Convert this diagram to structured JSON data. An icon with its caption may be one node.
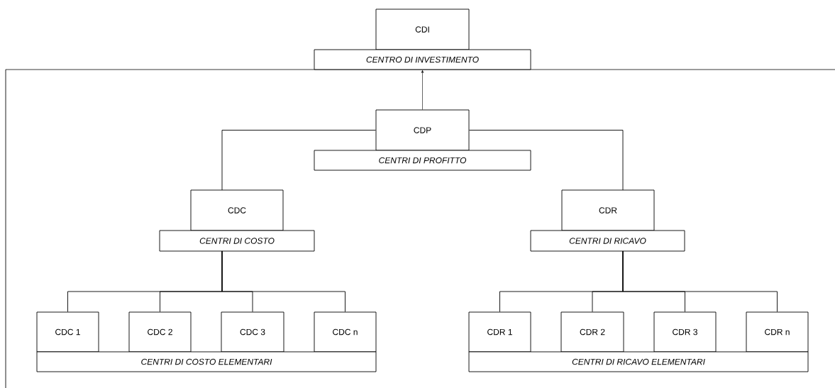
{
  "diagram": {
    "nodes": [
      {
        "text": [
          "CDI"
        ]
      },
      {
        "text": [
          "CENTRO DI INVESTIMENTO"
        ]
      },
      {
        "text": [
          "CDP"
        ]
      },
      {
        "text": [
          "CENTRI DI PROFITTO"
        ]
      },
      {
        "text": [
          "CDC"
        ]
      },
      {
        "text": [
          "CENTRI DI COSTO"
        ]
      },
      {
        "text": [
          "CDR"
        ]
      },
      {
        "text": [
          "CENTRI DI RICAVO"
        ]
      },
      {
        "text": [
          "CDC 1"
        ]
      },
      {
        "text": [
          "CDC 2"
        ]
      },
      {
        "text": [
          "CDC 3"
        ]
      },
      {
        "text": [
          "CDC n"
        ]
      },
      {
        "text": [
          "CENTRI DI COSTO ELEMENTARI"
        ]
      },
      {
        "text": [
          "CDR 1"
        ]
      },
      {
        "text": [
          "CDR 2"
        ]
      },
      {
        "text": [
          "CDR 3"
        ]
      },
      {
        "text": [
          "CDR n"
        ]
      },
      {
        "text": [
          "CENTRI DI RICAVO ELEMENTARI"
        ]
      }
    ],
    "edges": [
      {
        "from": 2,
        "to": 1,
        "arrow": "to"
      },
      {
        "from": 2,
        "to": 4,
        "arrow": "none"
      },
      {
        "from": 2,
        "to": 6,
        "arrow": "none"
      },
      {
        "from": 5,
        "to": 8,
        "arrow": "none"
      },
      {
        "from": 5,
        "to": 9,
        "arrow": "none"
      },
      {
        "from": 5,
        "to": 10,
        "arrow": "none"
      },
      {
        "from": 5,
        "to": 11,
        "arrow": "none"
      },
      {
        "from": 7,
        "to": 13,
        "arrow": "none"
      },
      {
        "from": 7,
        "to": 14,
        "arrow": "none"
      },
      {
        "from": 7,
        "to": 15,
        "arrow": "none"
      },
      {
        "from": 7,
        "to": 16,
        "arrow": "none"
      }
    ]
  }
}
